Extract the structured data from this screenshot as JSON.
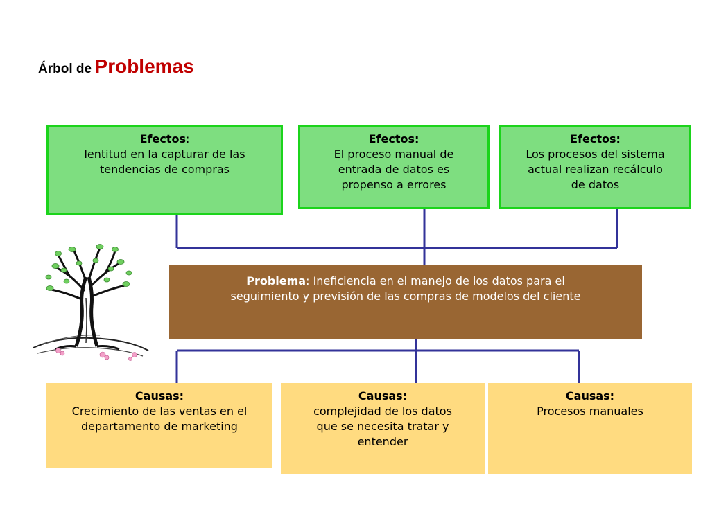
{
  "title": {
    "prefix": "Árbol de",
    "main": "Problemas"
  },
  "effects": [
    {
      "heading": "Efectos",
      "colon": ":",
      "lines": [
        "lentitud en la capturar de las",
        "tendencias  de compras"
      ]
    },
    {
      "heading": "Efectos:",
      "colon": "",
      "lines": [
        "El proceso manual de",
        "entrada de datos es",
        "propenso a errores"
      ]
    },
    {
      "heading": "Efectos:",
      "colon": "",
      "lines": [
        "Los procesos del sistema",
        "actual realizan recálculo",
        "de datos"
      ]
    }
  ],
  "problem": {
    "label": "Problema",
    "colon": ":",
    "line1": "Ineficiencia en el manejo de los datos para el",
    "line2": "seguimiento y previsión de las compras de modelos del cliente"
  },
  "causes": [
    {
      "heading": "Causas:",
      "lines": [
        "Crecimiento de las ventas en el",
        "departamento de marketing"
      ]
    },
    {
      "heading": "Causas:",
      "lines": [
        "complejidad de los datos",
        "que se necesita tratar y",
        "entender"
      ]
    },
    {
      "heading": "Causas:",
      "lines": [
        "Procesos manuales"
      ]
    }
  ],
  "colors": {
    "effect_fill": "#7ede80",
    "effect_border": "#1bd41b",
    "problem_fill": "#996633",
    "cause_fill": "#ffdb80",
    "connector": "#333399",
    "title_accent": "#c00000"
  }
}
